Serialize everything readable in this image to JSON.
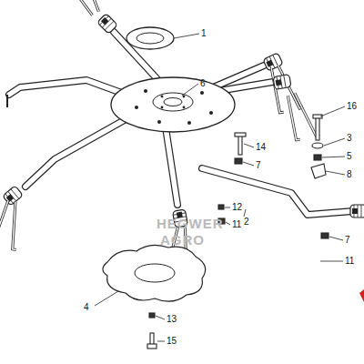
{
  "diagram": {
    "labels": [
      "1",
      "6",
      "16",
      "3",
      "5",
      "14",
      "8",
      "7",
      "12",
      "2",
      "11",
      "7",
      "11",
      "4",
      "13",
      "15",
      "HEGWER",
      "AGRO"
    ]
  }
}
